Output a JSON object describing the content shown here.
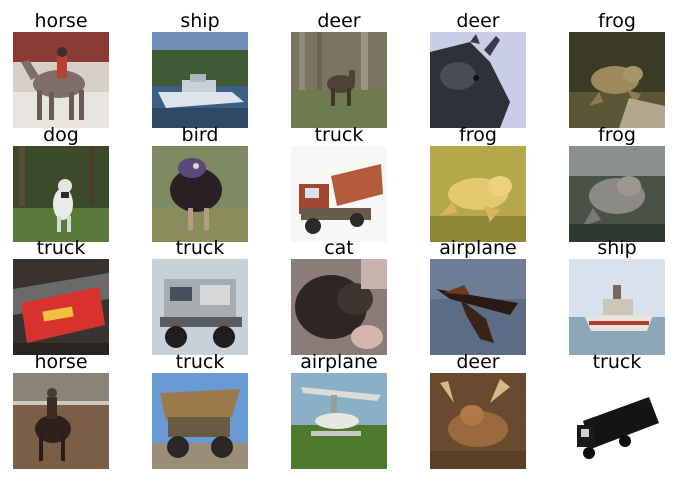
{
  "thumbnails": [
    {
      "label": "horse",
      "scene": "horse"
    },
    {
      "label": "ship",
      "scene": "ship"
    },
    {
      "label": "deer",
      "scene": "deer"
    },
    {
      "label": "deer",
      "scene": "deer2"
    },
    {
      "label": "frog",
      "scene": "frog"
    },
    {
      "label": "dog",
      "scene": "dog"
    },
    {
      "label": "bird",
      "scene": "bird"
    },
    {
      "label": "truck",
      "scene": "truck"
    },
    {
      "label": "frog",
      "scene": "frog2"
    },
    {
      "label": "frog",
      "scene": "frog3"
    },
    {
      "label": "truck",
      "scene": "truck2"
    },
    {
      "label": "truck",
      "scene": "truck3"
    },
    {
      "label": "cat",
      "scene": "cat"
    },
    {
      "label": "airplane",
      "scene": "airplane"
    },
    {
      "label": "ship",
      "scene": "ship2"
    },
    {
      "label": "horse",
      "scene": "horse2"
    },
    {
      "label": "truck",
      "scene": "truck4"
    },
    {
      "label": "airplane",
      "scene": "airplane2"
    },
    {
      "label": "deer",
      "scene": "deer3"
    },
    {
      "label": "truck",
      "scene": "truck5"
    }
  ]
}
